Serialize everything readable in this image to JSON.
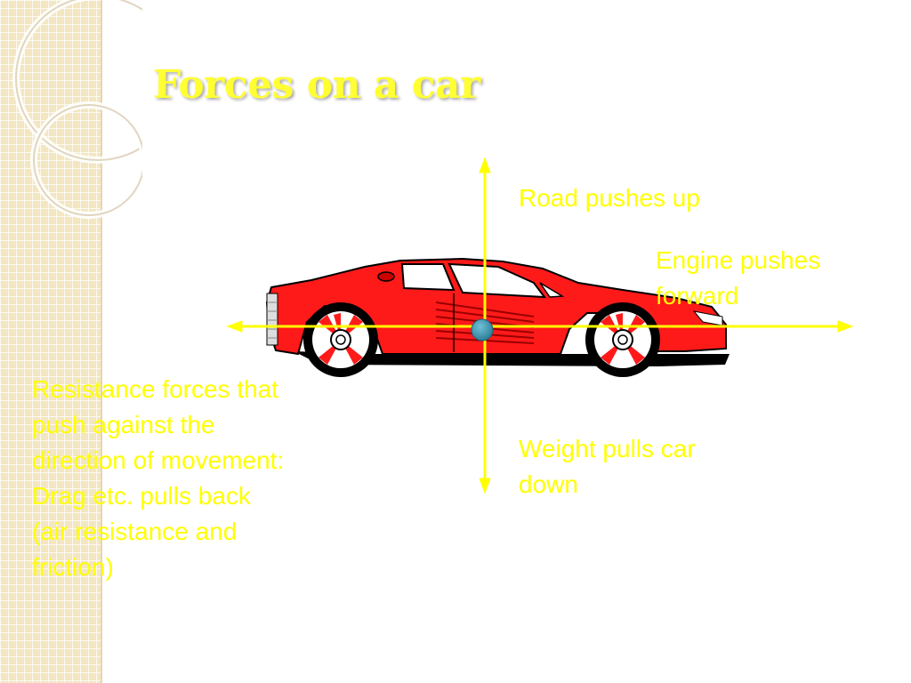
{
  "slide": {
    "title": "Forces on a car"
  },
  "forces": {
    "up": "Road pushes up",
    "forward": "Engine pushes forward",
    "down": "Weight pulls car down",
    "back": "Resistance forces that push against the direction of movement: Drag etc. pulls back (air resistance and friction)"
  },
  "colors": {
    "text": "#ffff00",
    "arrows": "#ffff00",
    "car_body": "#ff1a1a",
    "center_dot": "#3a8fa8",
    "side_strip": "#f3e6c2"
  },
  "icons": {
    "car": "sports-car-illustration",
    "center": "center-of-mass-dot"
  }
}
